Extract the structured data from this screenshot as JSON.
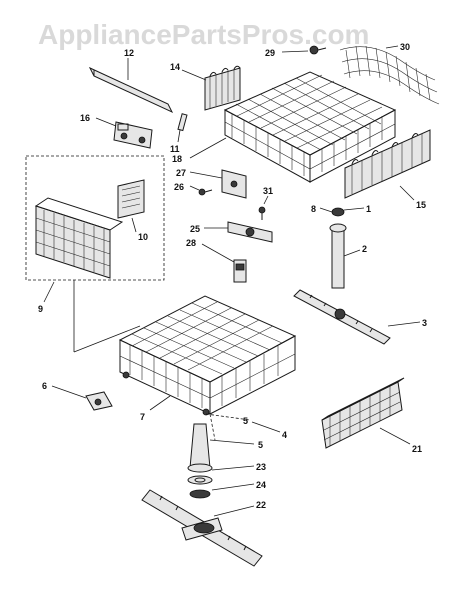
{
  "watermark": "AppliancePartsPros.com",
  "callouts": {
    "c12": "12",
    "c16": "16",
    "c14": "14",
    "c11": "11",
    "c29": "29",
    "c30": "30",
    "c18": "18",
    "c27": "27",
    "c26": "26",
    "c31": "31",
    "c8": "8",
    "c1": "1",
    "c15": "15",
    "c10": "10",
    "c25": "25",
    "c28": "28",
    "c2": "2",
    "c9": "9",
    "c3": "3",
    "c6": "6",
    "c7": "7",
    "c5a": "5",
    "c4": "4",
    "c5": "5",
    "c23": "23",
    "c24": "24",
    "c22": "22",
    "c21": "21"
  }
}
